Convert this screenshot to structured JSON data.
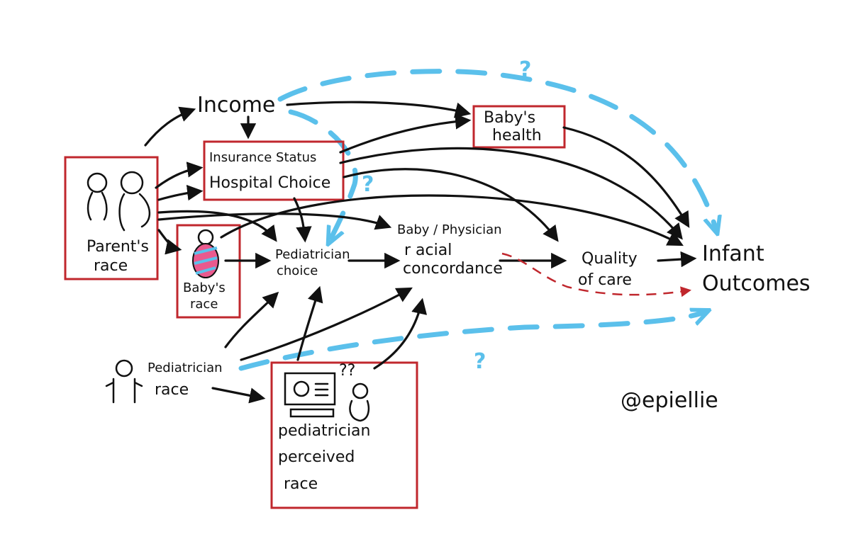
{
  "nodes": {
    "income": "Income",
    "insurance_status": "Insurance Status",
    "hospital_choice": "Hospital Choice",
    "babys_health": [
      "Baby's",
      "health"
    ],
    "parents_race": [
      "Parent's",
      "race"
    ],
    "babys_race": [
      "Baby's",
      "race"
    ],
    "pediatrician_choice": [
      "Pediatrician",
      "choice"
    ],
    "concordance": [
      "Baby / Physician",
      "r acial",
      "concordance"
    ],
    "quality_of_care": [
      "Quality",
      "of care"
    ],
    "infant_outcomes": [
      "Infant",
      "Outcomes"
    ],
    "pediatrician_race": [
      "Pediatrician",
      "race"
    ],
    "perceived_race": [
      "pediatrician",
      "perceived",
      "race"
    ],
    "question_marks_small": "??"
  },
  "uncertain_markers": [
    "?",
    "?",
    "?"
  ],
  "credit": "@epiellie",
  "colors": {
    "box_red": "#c0272d",
    "dashed_blue": "#5bc0eb",
    "ink": "#111111"
  }
}
